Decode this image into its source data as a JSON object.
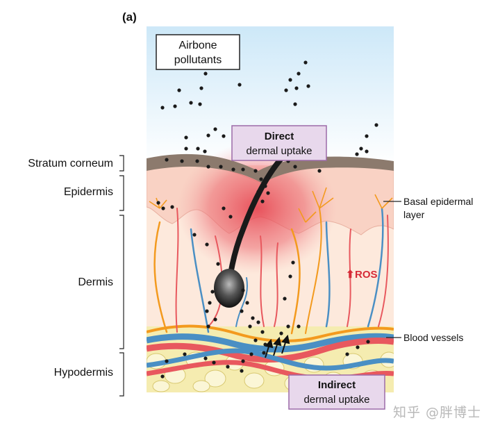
{
  "panel_label": "(a)",
  "labels": {
    "airborne_line1": "Airbone",
    "airborne_line2": "pollutants",
    "direct_line1": "Direct",
    "direct_line2": "dermal uptake",
    "indirect_line1": "Indirect",
    "indirect_line2": "dermal uptake",
    "ros": "ROS",
    "ros_arrow": "⬆",
    "stratum_corneum": "Stratum corneum",
    "epidermis": "Epidermis",
    "dermis": "Dermis",
    "hypodermis": "Hypodermis",
    "basal_line1": "Basal epidermal",
    "basal_line2": "layer",
    "blood_vessels": "Blood vessels"
  },
  "colors": {
    "sky_top": "#d4ecf9",
    "sky_bottom": "#ffffff",
    "stratum": "#8c7a6d",
    "epidermis": "#f9d6c9",
    "dermis": "#fde9dc",
    "inflammation": "#e8434f",
    "fat": "#f5ecb0",
    "artery": "#e8585e",
    "vein": "#4a8fc4",
    "nerve": "#f39a1e",
    "box_fill": "#e8d8ec",
    "box_border": "#9c6aa8",
    "ros": "#d62a36"
  },
  "watermark": "知乎 @胖博士"
}
